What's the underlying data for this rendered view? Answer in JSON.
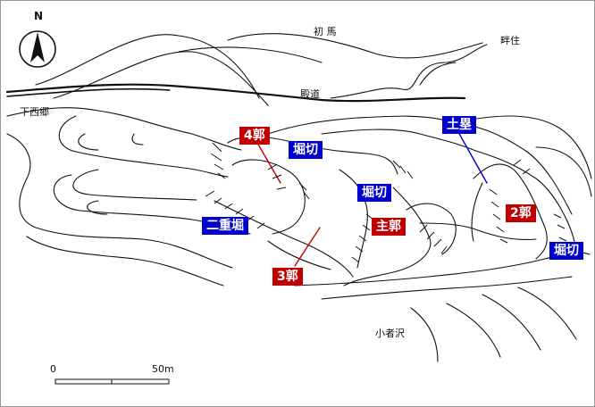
{
  "colors": {
    "red": "#c00000",
    "blue": "#0000cc",
    "line": "#111111"
  },
  "compass": {
    "north_label": "N",
    "icon": "north-arrow-icon"
  },
  "places": {
    "hatsuma": "初 馬",
    "azezumi": "畔住",
    "tonomichi": "殿道",
    "shimosaigo": "下西郷",
    "kojazawa": "小者沢"
  },
  "labels": {
    "kuruwa4": "4郭",
    "horikiri1": "堀切",
    "dorui": "土塁",
    "horikiri2": "堀切",
    "kuruwa2": "2郭",
    "nijubori": "二重堀",
    "shukuruwa": "主郭",
    "horikiri3": "堀切",
    "kuruwa3": "3郭"
  },
  "scale": {
    "start": "0",
    "end": "50m"
  }
}
